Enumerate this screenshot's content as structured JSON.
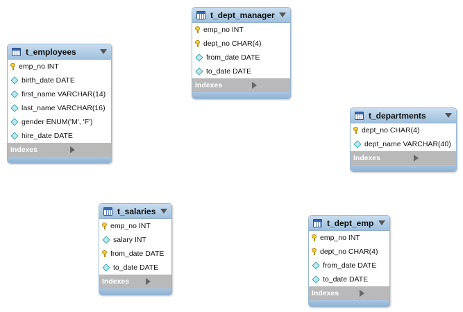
{
  "tables": [
    {
      "name": "t_employees",
      "columns": [
        {
          "icon": "key-icon",
          "text": "emp_no INT"
        },
        {
          "icon": "diamond-icon",
          "text": "birth_date DATE"
        },
        {
          "icon": "diamond-icon",
          "text": "first_name VARCHAR(14)"
        },
        {
          "icon": "diamond-icon",
          "text": "last_name VARCHAR(16)"
        },
        {
          "icon": "diamond-icon",
          "text": "gender ENUM('M', 'F')"
        },
        {
          "icon": "diamond-icon",
          "text": "hire_date DATE"
        }
      ],
      "indexes_label": "Indexes"
    },
    {
      "name": "t_dept_manager",
      "columns": [
        {
          "icon": "key-icon",
          "text": "emp_no INT"
        },
        {
          "icon": "key-icon",
          "text": "dept_no CHAR(4)"
        },
        {
          "icon": "diamond-icon",
          "text": "from_date DATE"
        },
        {
          "icon": "diamond-icon",
          "text": "to_date DATE"
        }
      ],
      "indexes_label": "Indexes"
    },
    {
      "name": "t_departments",
      "columns": [
        {
          "icon": "key-icon",
          "text": "dept_no CHAR(4)"
        },
        {
          "icon": "diamond-icon",
          "text": "dept_name VARCHAR(40)"
        }
      ],
      "indexes_label": "Indexes"
    },
    {
      "name": "t_salaries",
      "columns": [
        {
          "icon": "key-icon",
          "text": "emp_no INT"
        },
        {
          "icon": "diamond-icon",
          "text": "salary INT"
        },
        {
          "icon": "key-icon",
          "text": "from_date DATE"
        },
        {
          "icon": "diamond-icon",
          "text": "to_date DATE"
        }
      ],
      "indexes_label": "Indexes"
    },
    {
      "name": "t_dept_emp",
      "columns": [
        {
          "icon": "key-icon",
          "text": "emp_no INT"
        },
        {
          "icon": "key-icon",
          "text": "dept_no CHAR(4)"
        },
        {
          "icon": "diamond-icon",
          "text": "from_date DATE"
        },
        {
          "icon": "diamond-icon",
          "text": "to_date DATE"
        }
      ],
      "indexes_label": "Indexes"
    }
  ]
}
